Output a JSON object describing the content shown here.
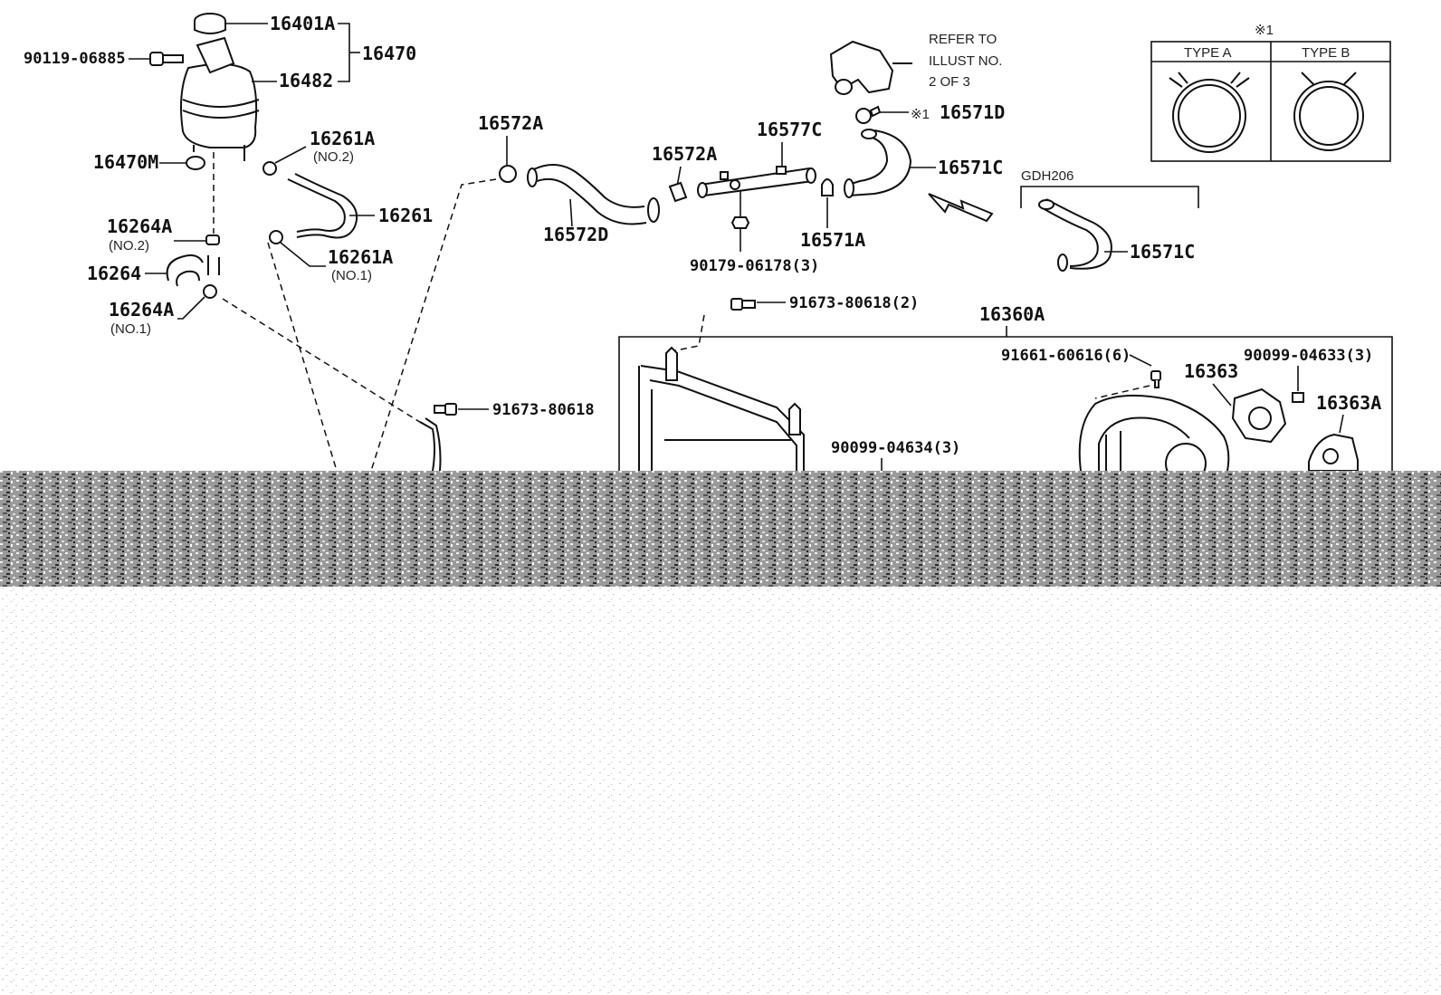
{
  "parts": {
    "cap_16401A": "16401A",
    "bolt_90119_06885": "90119-06885",
    "tank_16482": "16482",
    "assy_16470": "16470",
    "mount_16470M": "16470M",
    "clamp_16261A_no2": "16261A",
    "clamp_16261A_no2_sub": "(NO.2)",
    "hose_16261": "16261",
    "clamp_16261A_no1": "16261A",
    "clamp_16261A_no1_sub": "(NO.1)",
    "clamp_16264A_no2": "16264A",
    "clamp_16264A_no2_sub": "(NO.2)",
    "hose_16264": "16264",
    "clamp_16264A_no1": "16264A",
    "clamp_16264A_no1_sub": "(NO.1)",
    "clamp_16572A_left": "16572A",
    "hose_16572D": "16572D",
    "clamp_16572A_right": "16572A",
    "pipe_16577C": "16577C",
    "nut_90179_06178": "90179-06178(3)",
    "clamp_16571A": "16571A",
    "clamp_16571D": "16571D",
    "clamp_16571D_mark": "※1",
    "hose_16571C": "16571C",
    "hose_16571C_variant": "16571C",
    "variant_label": "GDH206",
    "bolt_91673_80618_2": "91673-80618(2)",
    "bolt_91673_80618": "91673-80618",
    "radiator_16360A": "16360A",
    "bolt_91661_60616_6": "91661-60616(6)",
    "fan_16363": "16363",
    "bolt_90099_04633_3": "90099-04633(3)",
    "motor_16363A": "16363A",
    "bolt_90099_04634_3": "90099-04634(3)"
  },
  "reference_note": {
    "line1": "REFER TO",
    "line2": "ILLUST NO.",
    "line3": "2 OF 3"
  },
  "clamp_types": {
    "mark": "※1",
    "type_a": "TYPE A",
    "type_b": "TYPE B"
  }
}
